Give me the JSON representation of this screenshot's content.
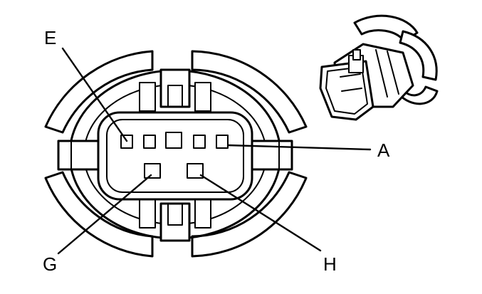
{
  "labels": {
    "pin_e": "E",
    "pin_a": "A",
    "pin_g": "G",
    "pin_h": "H"
  },
  "colors": {
    "line": "#000000",
    "background": "#ffffff"
  }
}
